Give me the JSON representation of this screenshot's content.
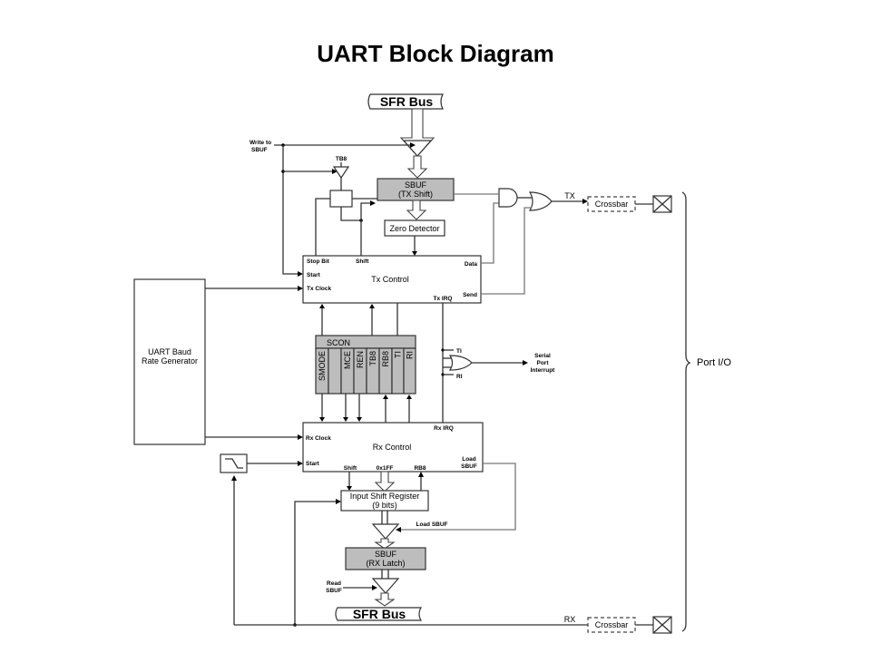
{
  "title": "UART Block Diagram",
  "diagram": {
    "sfr_bus_top": "SFR Bus",
    "sfr_bus_bottom": "SFR Bus",
    "write_sbuf": [
      "Write to",
      "SBUF"
    ],
    "read_sbuf": [
      "Read",
      "SBUF"
    ],
    "tb8_label": "TB8",
    "sbuf_tx": [
      "SBUF",
      "(TX Shift)"
    ],
    "zero_detector": "Zero Detector",
    "tx_control": {
      "title": "Tx Control",
      "stop_bit": "Stop Bit",
      "shift": "Shift",
      "start": "Start",
      "tx_clock": "Tx Clock",
      "data": "Data",
      "send": "Send",
      "tx_irq": "Tx IRQ"
    },
    "tx_label": "TX",
    "rx_label": "RX",
    "crossbar_tx": "Crossbar",
    "crossbar_rx": "Crossbar",
    "port_io": "Port I/O",
    "baud_gen": [
      "UART Baud",
      "Rate Generator"
    ],
    "scon": {
      "title": "SCON",
      "bits": [
        "SMODE",
        "",
        "MCE",
        "REN",
        "TB8",
        "RB8",
        "TI",
        "RI"
      ]
    },
    "ti_label": "TI",
    "ri_label": "RI",
    "serial_interrupt": [
      "Serial",
      "Port",
      "Interrupt"
    ],
    "rx_control": {
      "title": "Rx Control",
      "rx_clock": "Rx Clock",
      "start": "Start",
      "shift": "Shift",
      "mask": "0x1FF",
      "rb8": "RB8",
      "rx_irq": "Rx IRQ",
      "load_sbuf": [
        "Load",
        "SBUF"
      ]
    },
    "input_shift_register": [
      "Input Shift Register",
      "(9 bits)"
    ],
    "load_sbuf_label": "Load SBUF",
    "sbuf_rx": [
      "SBUF",
      "(RX Latch)"
    ]
  }
}
